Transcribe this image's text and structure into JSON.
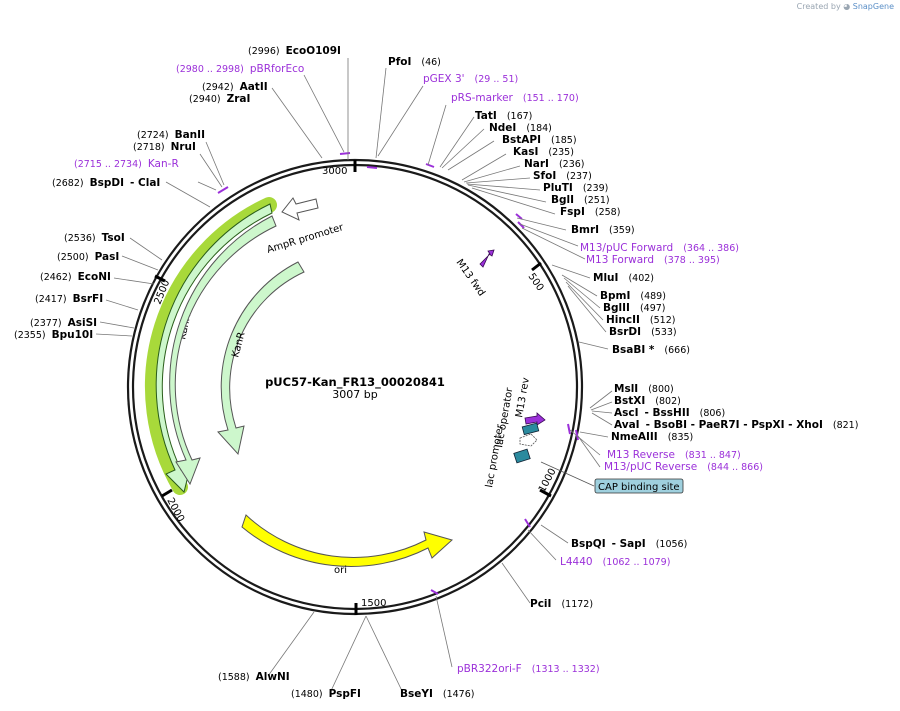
{
  "credit": {
    "prefix": "Created by",
    "brand": "SnapGene"
  },
  "plasmid": {
    "name": "pUC57-Kan_FR13_00020841",
    "length": "3007 bp"
  },
  "ruler": [
    "500",
    "1000",
    "1500",
    "2000",
    "2500",
    "3000"
  ],
  "features": {
    "ampr": "AmpR promoter",
    "kanr_outer": "KanR",
    "kanr_inner": "KanR",
    "ori": "ori",
    "m13fwd": "M13 fwd",
    "m13rev": "M13 rev",
    "lacop": "lac operator",
    "lacprom": "lac promoter",
    "cap": "CAP binding site"
  },
  "enzymes": [
    {
      "name": "EcoO109I",
      "pos": "(2996)"
    },
    {
      "name": "PfoI",
      "pos": "(46)"
    },
    {
      "name": "AatII",
      "pos": "(2942)"
    },
    {
      "name": "ZraI",
      "pos": "(2940)"
    },
    {
      "name": "TatI",
      "pos": "(167)"
    },
    {
      "name": "NdeI",
      "pos": "(184)"
    },
    {
      "name": "BstAPI",
      "pos": "(185)"
    },
    {
      "name": "KasI",
      "pos": "(235)"
    },
    {
      "name": "NarI",
      "pos": "(236)"
    },
    {
      "name": "SfoI",
      "pos": "(237)"
    },
    {
      "name": "PluTI",
      "pos": "(239)"
    },
    {
      "name": "BglI",
      "pos": "(251)"
    },
    {
      "name": "FspI",
      "pos": "(258)"
    },
    {
      "name": "BmrI",
      "pos": "(359)"
    },
    {
      "name": "BanII",
      "pos": "(2724)"
    },
    {
      "name": "NruI",
      "pos": "(2718)"
    },
    {
      "name": "BspDI",
      "pos": "(2682)",
      "extra": "- ClaI"
    },
    {
      "name": "MluI",
      "pos": "(402)"
    },
    {
      "name": "BpmI",
      "pos": "(489)"
    },
    {
      "name": "BglII",
      "pos": "(497)"
    },
    {
      "name": "HincII",
      "pos": "(512)"
    },
    {
      "name": "BsrDI",
      "pos": "(533)"
    },
    {
      "name": "BsaBI *",
      "pos": "(666)"
    },
    {
      "name": "TsoI",
      "pos": "(2536)"
    },
    {
      "name": "PasI",
      "pos": "(2500)"
    },
    {
      "name": "EcoNI",
      "pos": "(2462)"
    },
    {
      "name": "BsrFI",
      "pos": "(2417)"
    },
    {
      "name": "AsiSI",
      "pos": "(2377)"
    },
    {
      "name": "Bpu10I",
      "pos": "(2355)"
    },
    {
      "name": "MslI",
      "pos": "(800)"
    },
    {
      "name": "BstXI",
      "pos": "(802)"
    },
    {
      "name": "AscI",
      "pos": "(806)",
      "extra": "- BssHII"
    },
    {
      "name": "AvaI",
      "pos": "(821)",
      "extra": "- BsoBI - PaeR7I - PspXI - XhoI"
    },
    {
      "name": "NmeAIII",
      "pos": "(835)"
    },
    {
      "name": "BspQI",
      "pos": "(1056)",
      "extra": "- SapI"
    },
    {
      "name": "PciI",
      "pos": "(1172)"
    },
    {
      "name": "AlwNI",
      "pos": "(1588)"
    },
    {
      "name": "PspFI",
      "pos": "(1480)"
    },
    {
      "name": "BseYI",
      "pos": "(1476)"
    }
  ],
  "primers": [
    {
      "name": "pBRforEco",
      "pos": "(2980 .. 2998)"
    },
    {
      "name": "pGEX 3'",
      "pos": "(29 .. 51)"
    },
    {
      "name": "pRS-marker",
      "pos": "(151 .. 170)"
    },
    {
      "name": "Kan-R",
      "pos": "(2715 .. 2734)"
    },
    {
      "name": "M13/pUC Forward",
      "pos": "(364 .. 386)"
    },
    {
      "name": "M13 Forward",
      "pos": "(378 .. 395)"
    },
    {
      "name": "M13 Reverse",
      "pos": "(831 .. 847)"
    },
    {
      "name": "M13/pUC Reverse",
      "pos": "(844 .. 866)"
    },
    {
      "name": "L4440",
      "pos": "(1062 .. 1079)"
    },
    {
      "name": "pBR322ori-F",
      "pos": "(1313 .. 1332)"
    }
  ],
  "colors": {
    "backbone": "#1a1a1a",
    "kanr_fill": "#cdf7cc",
    "kanr_highlight": "#a8d93a",
    "ori_fill": "#ffff00",
    "primer": "#9b30d9",
    "lac": "#2b8a9e",
    "cap_fill": "#9fd0de"
  }
}
